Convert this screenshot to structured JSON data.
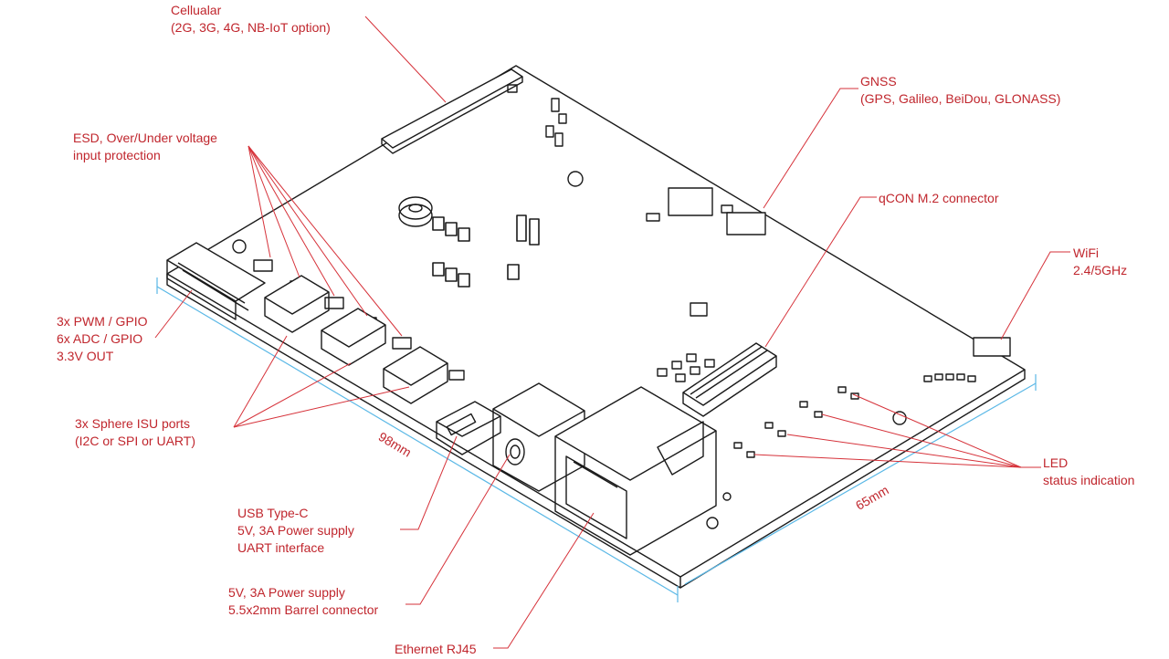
{
  "colors": {
    "label": "#c0262d",
    "leader": "#d6323a",
    "dimension": "#5bb8e6",
    "outline": "#1a1a1a"
  },
  "labels": {
    "cellular": [
      "Cellualar",
      "(2G, 3G, 4G, NB-IoT option)"
    ],
    "gnss": [
      "GNSS",
      "(GPS, Galileo, BeiDou, GLONASS)"
    ],
    "esd": [
      "ESD, Over/Under voltage",
      "input protection"
    ],
    "qcon": [
      "qCON M.2 connector"
    ],
    "wifi": [
      "WiFi",
      "2.4/5GHz"
    ],
    "pwm": [
      "3x PWM / GPIO",
      "6x ADC / GPIO",
      "3.3V OUT"
    ],
    "isu": [
      "3x Sphere ISU ports",
      "(I2C or SPI or UART)"
    ],
    "led": [
      "LED",
      "status indication"
    ],
    "usb": [
      "USB Type-C",
      "5V, 3A Power supply",
      "UART interface"
    ],
    "barrel": [
      "5V, 3A Power supply",
      "5.5x2mm Barrel connector"
    ],
    "ethernet": [
      "Ethernet RJ45"
    ]
  },
  "dimensions": {
    "length": "98mm",
    "width": "65mm"
  }
}
